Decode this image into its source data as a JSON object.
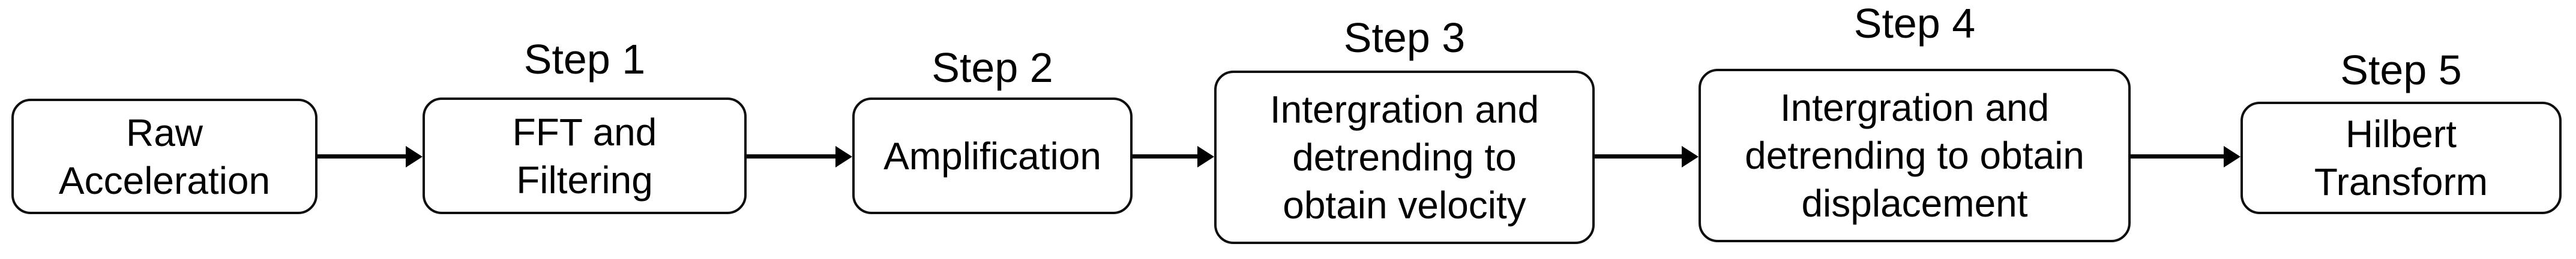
{
  "colors": {
    "background": "#ffffff",
    "stroke": "#000000",
    "text": "#000000"
  },
  "flow": {
    "nodes": [
      {
        "step_label": "",
        "text": "Raw\nAcceleration"
      },
      {
        "step_label": "Step 1",
        "text": "FFT and\nFiltering"
      },
      {
        "step_label": "Step 2",
        "text": "Amplification"
      },
      {
        "step_label": "Step 3",
        "text": "Intergration and\ndetrending to\nobtain velocity"
      },
      {
        "step_label": "Step 4",
        "text": "Intergration and\ndetrending to obtain\ndisplacement"
      },
      {
        "step_label": "Step 5",
        "text": "Hilbert\nTransform"
      }
    ],
    "connectors": [
      {
        "from": "Raw Acceleration",
        "to": "FFT and Filtering"
      },
      {
        "from": "FFT and Filtering",
        "to": "Amplification"
      },
      {
        "from": "Amplification",
        "to": "Intergration and detrending to obtain velocity"
      },
      {
        "from": "Intergration and detrending to obtain velocity",
        "to": "Intergration and detrending to obtain displacement"
      },
      {
        "from": "Intergration and detrending to obtain displacement",
        "to": "Hilbert Transform"
      }
    ]
  }
}
